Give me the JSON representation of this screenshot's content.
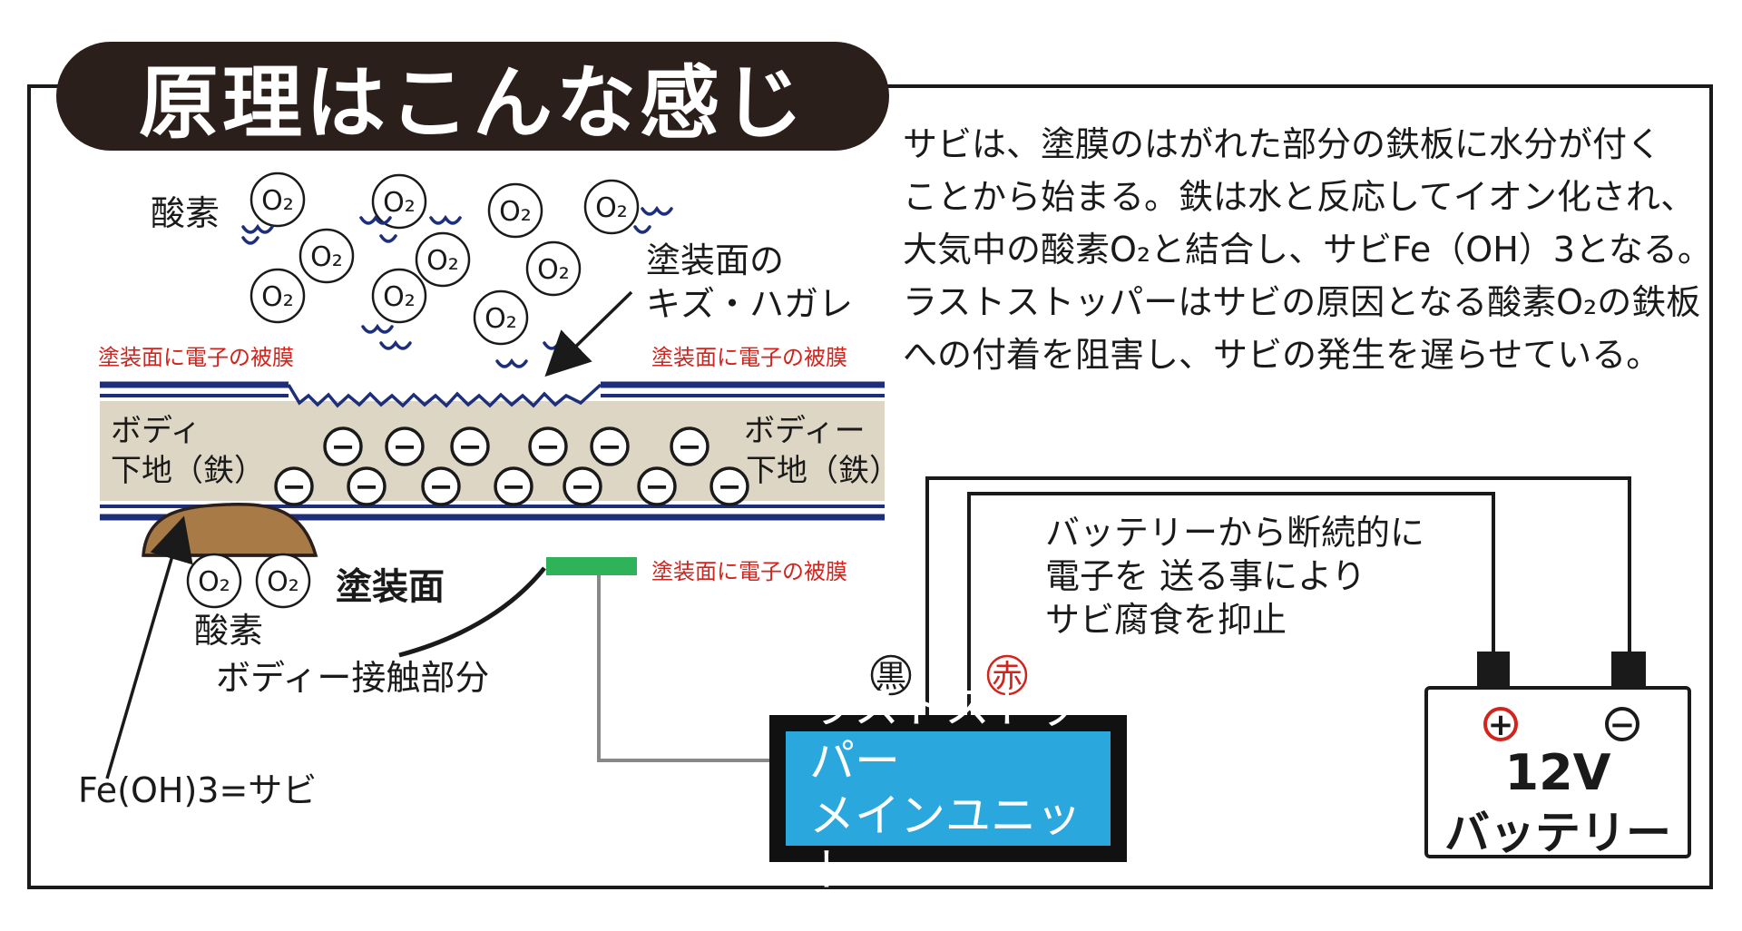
{
  "title": "原理はこんな感じ",
  "description": [
    "サビは、塗膜のはがれた部分の鉄板に水分が付く",
    "ことから始まる。鉄は水と反応してイオン化され、",
    "大気中の酸素O₂と結合し、サビFe（OH）3となる。",
    "ラストストッパーはサビの原因となる酸素O₂の鉄板",
    "への付着を阻害し、サビの発生を遅らせている。"
  ],
  "labels": {
    "oxygen_top": "酸素",
    "oxygen_bottom": "酸素",
    "molecule": "O₂",
    "scratch_line1": "塗装面の",
    "scratch_line2": "キズ・ハガレ",
    "film_left": "塗装面に電子の被膜",
    "film_right": "塗装面に電子の被膜",
    "film_bottom": "塗装面に電子の被膜",
    "body_left_line1": "ボディ",
    "body_left_line2": "下地（鉄）",
    "body_right_line1": "ボディー",
    "body_right_line2": "下地（鉄）",
    "painted_surface": "塗装面",
    "contact": "ボディー接触部分",
    "rust": "Fe(OH)3=サビ",
    "electron": "−",
    "black": "黒",
    "red": "赤",
    "explain_line1": "バッテリーから断続的に",
    "explain_line2": "電子を 送る事により",
    "explain_line3": "サビ腐食を抑止",
    "plus": "+",
    "minus": "−"
  },
  "unit": {
    "line1": "ラストストッパー",
    "line2": "メインユニット"
  },
  "battery": {
    "voltage": "12V",
    "name": "バッテリー"
  },
  "colors": {
    "title_bg": "#2b1f1b",
    "film_blue": "#1d2e7a",
    "body_beige": "#ded6c4",
    "rust_brown": "#a87a46",
    "contact_green": "#2fb35a",
    "unit_blue": "#2aa7dd",
    "film_label_red": "#d2231c",
    "wire_gray": "#888888"
  }
}
